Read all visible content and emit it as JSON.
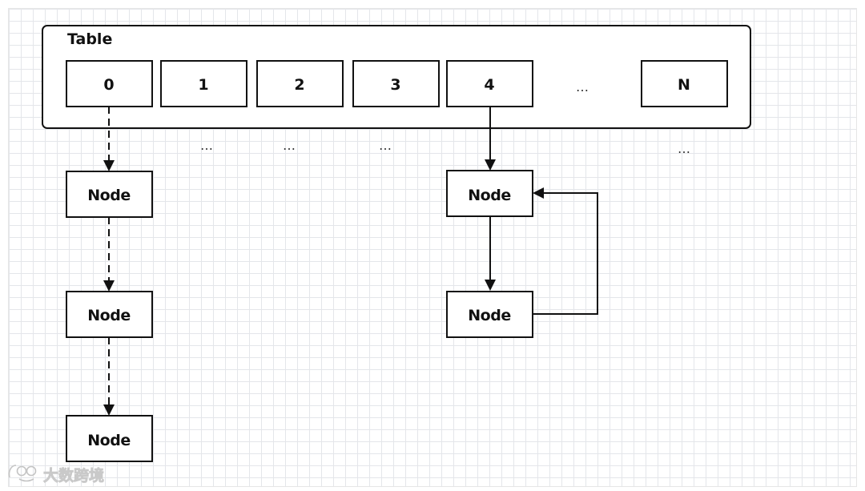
{
  "table": {
    "title": "Table",
    "cells": [
      "0",
      "1",
      "2",
      "3",
      "4",
      "…",
      "N"
    ]
  },
  "ellipsis_below": [
    "…",
    "…",
    "…",
    "…"
  ],
  "chains": [
    {
      "name": "bucket-0-chain",
      "source_cell": "0",
      "link_style": "dashed",
      "nodes": [
        "Node",
        "Node",
        "Node"
      ]
    },
    {
      "name": "bucket-4-chain",
      "source_cell": "4",
      "link_style": "solid",
      "nodes": [
        "Node",
        "Node"
      ],
      "back_link": "last-node-to-first-node"
    }
  ],
  "watermark": "大数跨境"
}
